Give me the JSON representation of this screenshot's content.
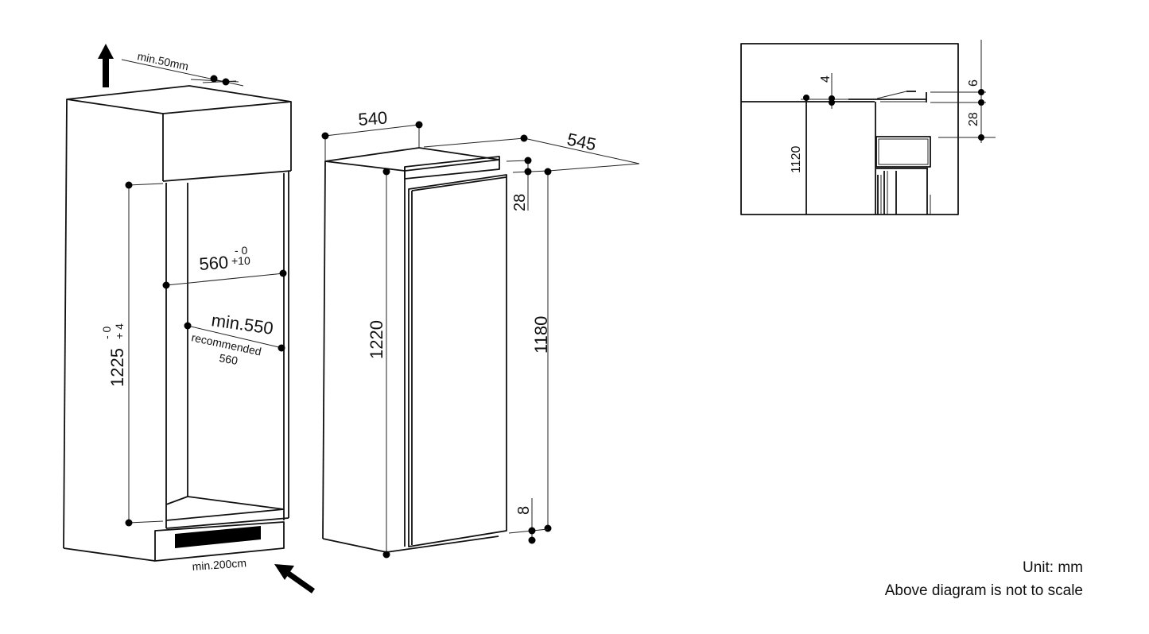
{
  "installation_diagram": {
    "cabinet": {
      "top_clearance": "min.50mm",
      "niche_width": "560",
      "niche_width_tol_upper": "- 0",
      "niche_width_tol_lower": "+10",
      "niche_depth_min": "min.550",
      "niche_depth_recommended_label": "recommended",
      "niche_depth_recommended_value": "560",
      "niche_height": "1225",
      "niche_height_tol_upper": "- 0",
      "niche_height_tol_lower": "+ 4",
      "vent_opening": "min.200cm",
      "airflow_in_icon": "arrow-in-icon",
      "airflow_out_icon": "arrow-up-icon"
    },
    "appliance": {
      "width": "540",
      "depth": "545",
      "height": "1220",
      "door_height": "1180",
      "top_offset": "28",
      "bottom_offset": "8"
    },
    "detail": {
      "gap_4": "4",
      "gap_6": "6",
      "gap_28": "28",
      "height_1120": "1120"
    }
  },
  "notes": {
    "unit": "Unit: mm",
    "scale": "Above diagram is not to scale"
  }
}
